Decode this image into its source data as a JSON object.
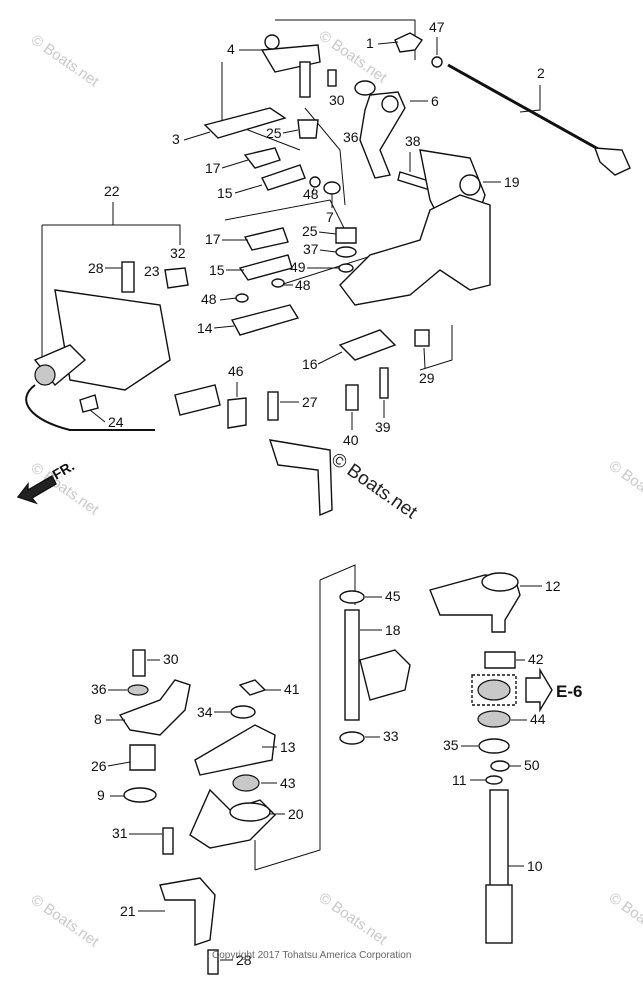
{
  "watermarks": {
    "corner_text": "© Boats.net",
    "center_text": "© Boats.net"
  },
  "direction_label": "FR.",
  "reference_label": "E-6",
  "copyright": "Copyright 2017 Tohatsu America Corporation",
  "callouts": {
    "c1": "1",
    "c2": "2",
    "c3": "3",
    "c4": "4",
    "c6": "6",
    "c7": "7",
    "c8": "8",
    "c9": "9",
    "c10": "10",
    "c11": "11",
    "c12": "12",
    "c13": "13",
    "c14": "14",
    "c15a": "15",
    "c15b": "15",
    "c16": "16",
    "c17a": "17",
    "c17b": "17",
    "c18": "18",
    "c19": "19",
    "c20": "20",
    "c21": "21",
    "c22": "22",
    "c23": "23",
    "c24": "24",
    "c25a": "25",
    "c25b": "25",
    "c26": "26",
    "c27": "27",
    "c28a": "28",
    "c28b": "28",
    "c29": "29",
    "c30a": "30",
    "c30b": "30",
    "c31": "31",
    "c32": "32",
    "c33": "33",
    "c34": "34",
    "c35": "35",
    "c36a": "36",
    "c36b": "36",
    "c37": "37",
    "c38": "38",
    "c39": "39",
    "c40": "40",
    "c41": "41",
    "c42": "42",
    "c43": "43",
    "c44": "44",
    "c45": "45",
    "c46": "46",
    "c47": "47",
    "c48a": "48",
    "c48b": "48",
    "c48c": "48",
    "c49": "49",
    "c50": "50"
  }
}
